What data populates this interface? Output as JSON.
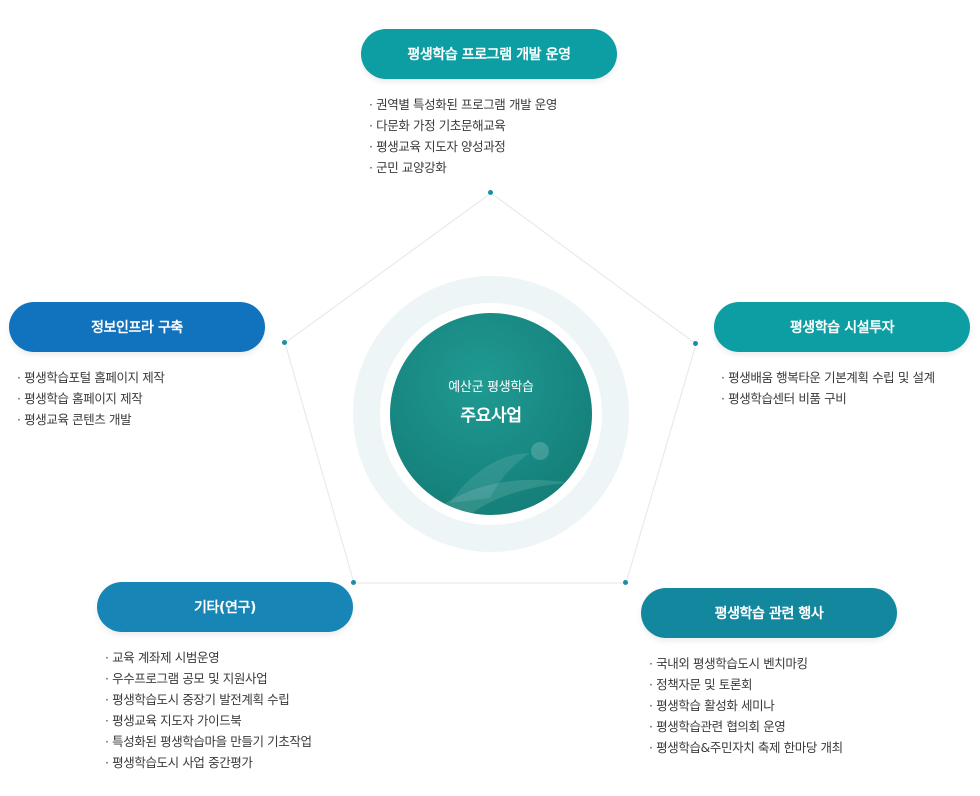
{
  "center": {
    "subtitle": "예산군 평생학습",
    "title": "주요사업"
  },
  "nodes": [
    {
      "id": "top",
      "title": "평생학습 프로그램 개발 운영",
      "items": [
        "권역별 특성화된 프로그램 개발 운영",
        "다문화 가정 기초문해교육",
        "평생교육 지도자 양성과정",
        "군민 교양강화"
      ]
    },
    {
      "id": "left",
      "title": "정보인프라 구축",
      "items": [
        "평생학습포털 홈페이지 제작",
        "평생학습 홈페이지 제작",
        "평생교육 콘텐츠 개발"
      ]
    },
    {
      "id": "right",
      "title": "평생학습 시설투자",
      "items": [
        "평생배움 행복타운 기본계획 수립 및 설계",
        "평생학습센터 비품 구비"
      ]
    },
    {
      "id": "bottom-left",
      "title": "기타(연구)",
      "items": [
        "교육 계좌제 시범운영",
        "우수프로그램 공모 및 지원사업",
        "평생학습도시 중장기 발전계획 수립",
        "평생교육 지도자 가이드북",
        "특성화된 평생학습마을 만들기 기초작업",
        "평생학습도시 사업 중간평가"
      ]
    },
    {
      "id": "bottom-right",
      "title": "평생학습 관련 행사",
      "items": [
        "국내외 평생학습도시 벤치마킹",
        "정책자문 및 토론회",
        "평생학습 활성화 세미나",
        "평생학습관련 협의회 운영",
        "평생학습&주민자치 축제 한마당 개최"
      ]
    }
  ],
  "colors": {
    "teal": "#0c9ea3",
    "blue": "#1173bd",
    "mid_blue": "#1786b6",
    "dark_teal": "#13879e",
    "center": "#17857f"
  }
}
